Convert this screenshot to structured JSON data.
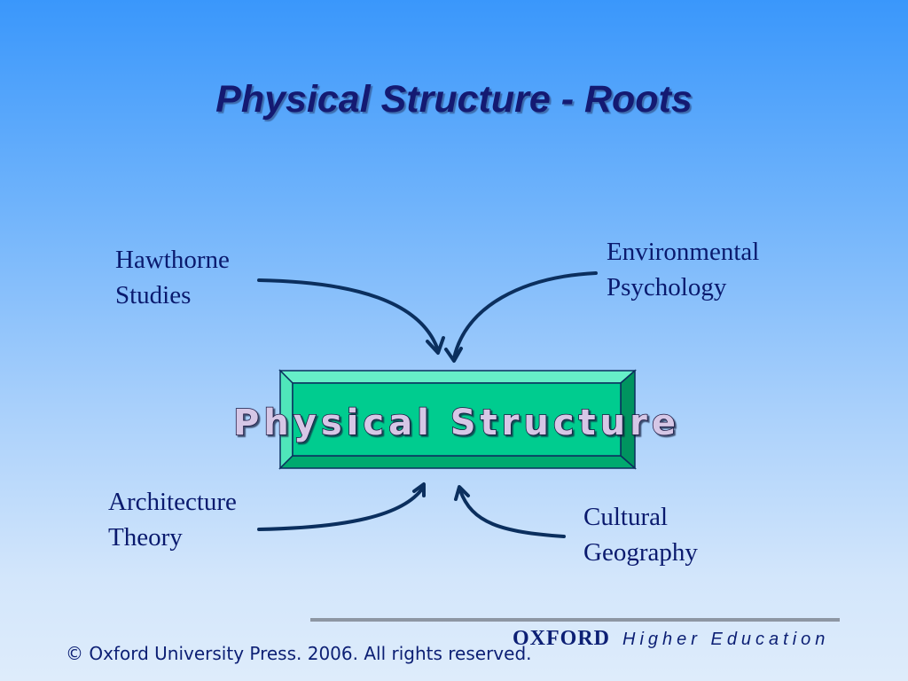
{
  "slide": {
    "title": "Physical Structure - Roots"
  },
  "diagram": {
    "center_label": "Physical Structure",
    "center_color": "#00cc8f",
    "arrow_color": "#0b2f5e",
    "sources": [
      {
        "id": "hawthorne",
        "lines": [
          "Hawthorne",
          "Studies"
        ]
      },
      {
        "id": "environmental",
        "lines": [
          "Environmental",
          "Psychology"
        ]
      },
      {
        "id": "architecture",
        "lines": [
          "Architecture",
          "Theory"
        ]
      },
      {
        "id": "cultural",
        "lines": [
          "Cultural",
          "Geography"
        ]
      }
    ]
  },
  "footer": {
    "copyright": "© Oxford University Press. 2006. All rights reserved.",
    "brand_name": "OXFORD",
    "brand_sub": "Higher Education"
  }
}
